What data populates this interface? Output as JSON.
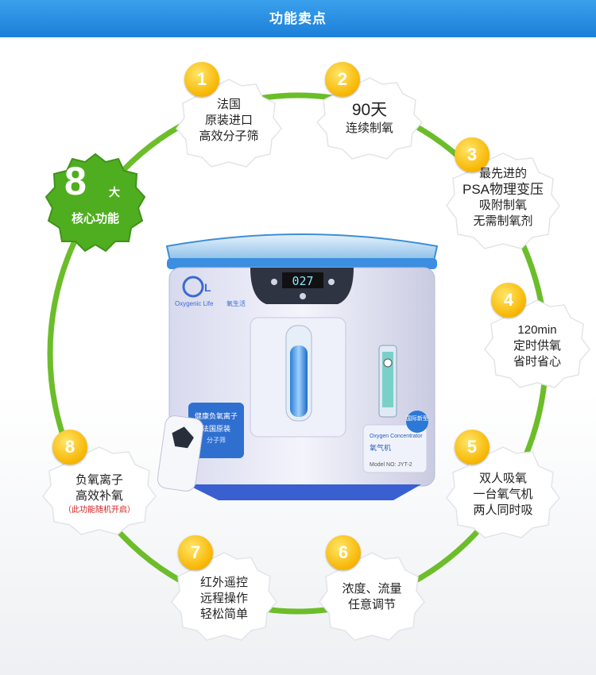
{
  "header": {
    "title": "功能卖点"
  },
  "badge": {
    "number": "8",
    "suffix": "大",
    "label": "核心功能"
  },
  "product": {
    "display": "027",
    "brand_en": "Oxygenic Life",
    "brand_cn": "氧生活",
    "label_line1": "健康负氧离子",
    "label_line2": "法国原装",
    "label_sub": "分子筛",
    "tag": "国际新型",
    "plate_en": "Oxygen Concentrator",
    "plate_cn": "氧气机",
    "model": "Model NO: JYT-2"
  },
  "features": [
    {
      "num": "1",
      "lines": [
        "法国",
        "原装进口",
        "高效分子筛"
      ]
    },
    {
      "num": "2",
      "lines": [
        "90天",
        "连续制氧"
      ]
    },
    {
      "num": "3",
      "lines": [
        "最先进的",
        "PSA物理变压",
        "吸附制氧",
        "无需制氧剂"
      ]
    },
    {
      "num": "4",
      "lines": [
        "120min",
        "定时供氧",
        "省时省心"
      ]
    },
    {
      "num": "5",
      "lines": [
        "双人吸氧",
        "一台氧气机",
        "两人同时吸"
      ]
    },
    {
      "num": "6",
      "lines": [
        "浓度、流量",
        "任意调节"
      ]
    },
    {
      "num": "7",
      "lines": [
        "红外遥控",
        "远程操作",
        "轻松简单"
      ]
    },
    {
      "num": "8",
      "lines": [
        "负氧离子",
        "高效补氧"
      ],
      "note": "（此功能随机开启）"
    }
  ],
  "colors": {
    "header": "#2b8fe3",
    "ring": "#6cbd2a",
    "badge": "#4fae1f",
    "number": "#f7b500"
  }
}
